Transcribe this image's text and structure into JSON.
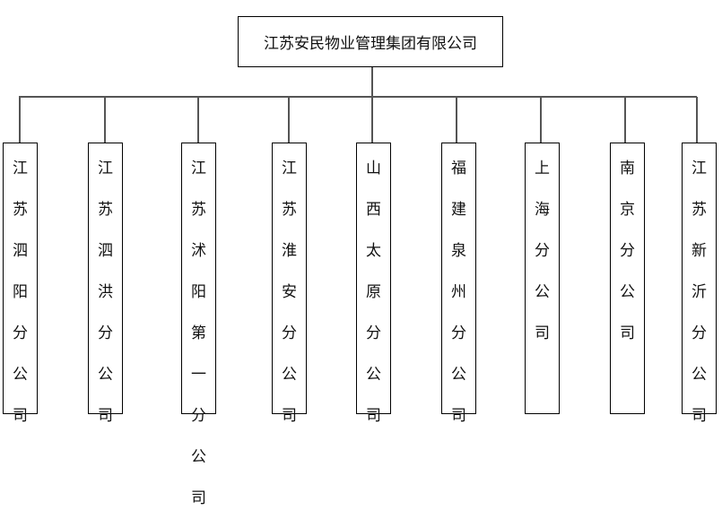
{
  "root": {
    "label": "江苏安民物业管理集团有限公司"
  },
  "branches": [
    {
      "label": "江苏泗阳分公司"
    },
    {
      "label": "江苏泗洪分公司"
    },
    {
      "label": "江苏沭阳第一分公司"
    },
    {
      "label": "江苏淮安分公司"
    },
    {
      "label": "山西太原分公司"
    },
    {
      "label": "福建泉州分公司"
    },
    {
      "label": "上海分公司"
    },
    {
      "label": "南京分公司"
    },
    {
      "label": "江苏新沂分公司"
    }
  ]
}
